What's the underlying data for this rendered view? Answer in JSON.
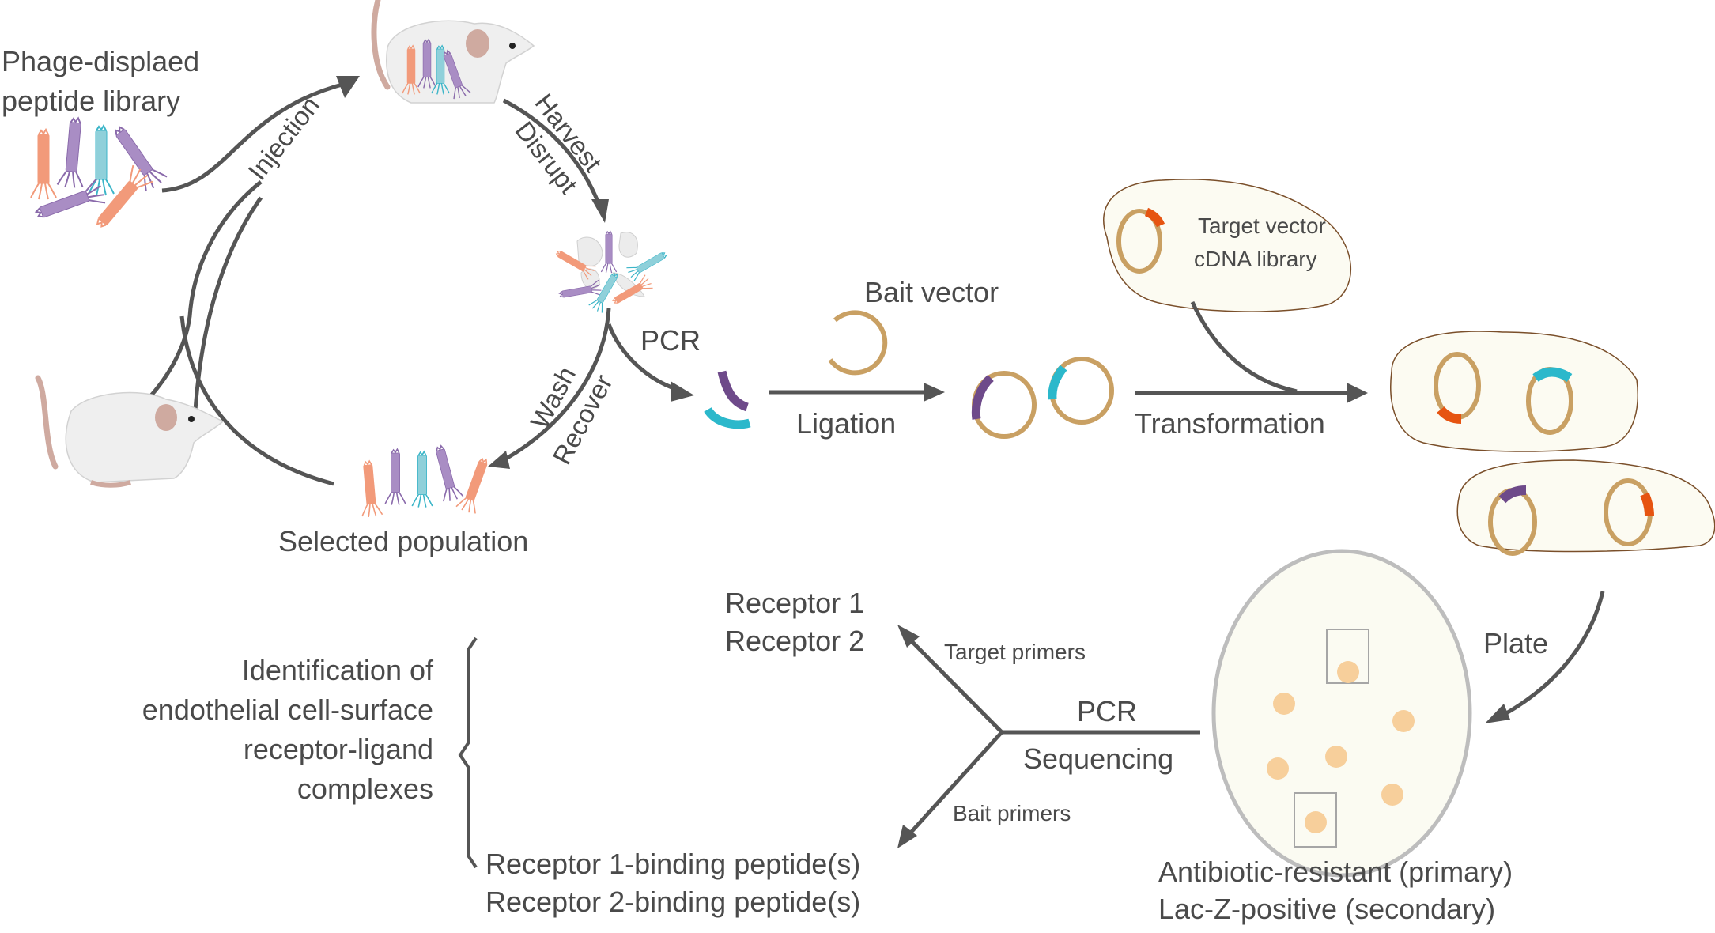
{
  "title": "In vivo phage display and receptor-ligand identification workflow",
  "colors": {
    "text": "#4a4a4a",
    "arrow": "#555555",
    "plasmid_backbone": "#c9a063",
    "insert_target": "#e65411",
    "insert_bait_purple": "#6e4a8a",
    "insert_bait_cyan": "#2bb8cb",
    "phage_orange": "#f29a7a",
    "phage_purple": "#a98dc4",
    "phage_cyan": "#8fd0da",
    "colony": "#f7cf9b",
    "cell_fill": "#fcfbf2"
  },
  "labels": {
    "library": [
      "Phage-displaed",
      "peptide library"
    ],
    "injection": "Injection",
    "harvest": "Harvest",
    "disrupt": "Disrupt",
    "wash": "Wash",
    "recover": "Recover",
    "selected_population": "Selected population",
    "pcr_top": "PCR",
    "bait_vector": "Bait vector",
    "ligation": "Ligation",
    "target_vector": [
      "Target vector",
      "cDNA library"
    ],
    "transformation": "Transformation",
    "plate": "Plate",
    "plate_caption": [
      "Antibiotic-resistant (primary)",
      "Lac-Z-positive (secondary)"
    ],
    "pcr_bottom": "PCR",
    "sequencing": "Sequencing",
    "target_primers": "Target primers",
    "bait_primers": "Bait primers",
    "receptors": [
      "Receptor 1",
      "Receptor 2"
    ],
    "binding_peptides": [
      "Receptor 1-binding peptide(s)",
      "Receptor 2-binding peptide(s)"
    ],
    "identification": [
      "Identification of",
      "endothelial cell-surface",
      "receptor-ligand",
      "complexes"
    ]
  },
  "icons": {
    "mouse_top": "mouse-with-phages-icon",
    "mouse_left": "mouse-icon",
    "phage_library": "phage-cluster-icon",
    "disrupted_tissue": "disrupted-cells-icon",
    "selected_phages": "phage-cluster-icon",
    "petri_dish": "petri-dish-icon"
  }
}
